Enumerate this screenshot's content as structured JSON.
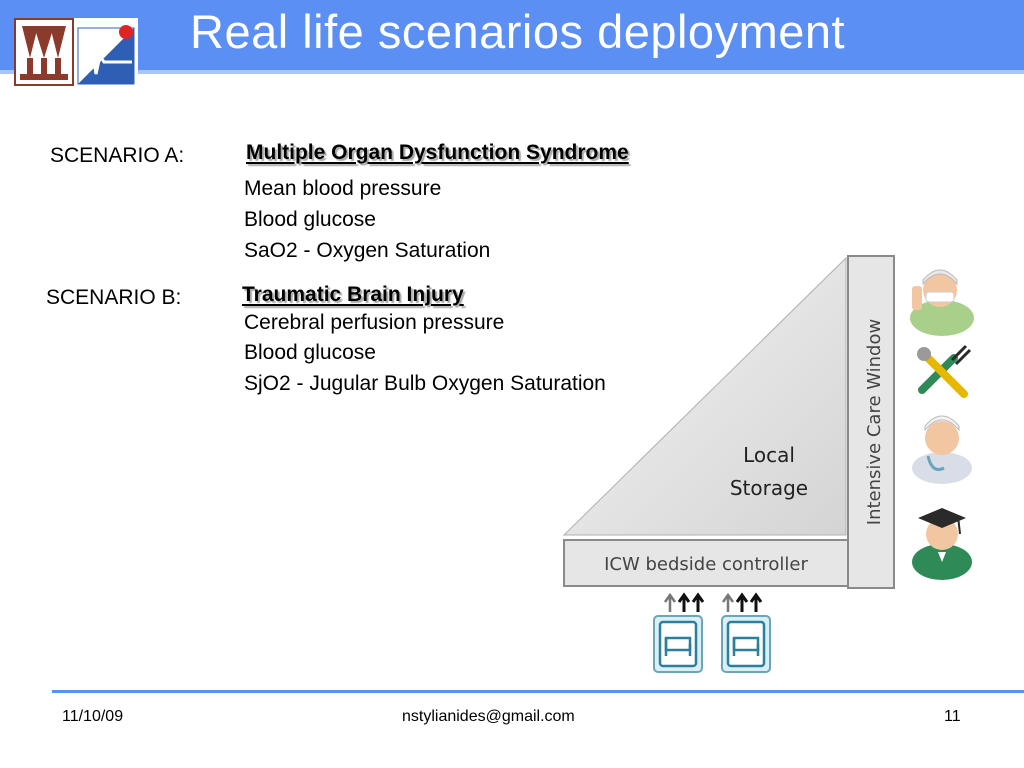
{
  "slide": {
    "title": "Real life scenarios deployment"
  },
  "scenarios": [
    {
      "label": "SCENARIO A:",
      "title": "Multiple Organ Dysfunction Syndrome",
      "parameters": [
        "Mean blood pressure",
        "Blood glucose",
        "SaO2 - Oxygen Saturation"
      ]
    },
    {
      "label": "SCENARIO B:",
      "title": "Traumatic Brain Injury",
      "parameters": [
        "Cerebral perfusion pressure",
        "Blood glucose",
        "SjO2 - Jugular Bulb Oxygen Saturation"
      ]
    }
  ],
  "diagram": {
    "vertical_label": "Intensive Care Window",
    "storage_line1": "Local",
    "storage_line2": "Storage",
    "controller_label": "ICW bedside controller",
    "side_icons": [
      "surgeon-icon",
      "tools-icon",
      "doctor-icon",
      "graduate-icon"
    ],
    "bed_icons": [
      "bed-monitor-icon",
      "bed-monitor-icon"
    ]
  },
  "footer": {
    "date": "11/10/09",
    "email": "nstylianides@gmail.com",
    "page": "11"
  },
  "colors": {
    "header": "#5b8ff3",
    "panel_grey": "#e6e6e6"
  }
}
